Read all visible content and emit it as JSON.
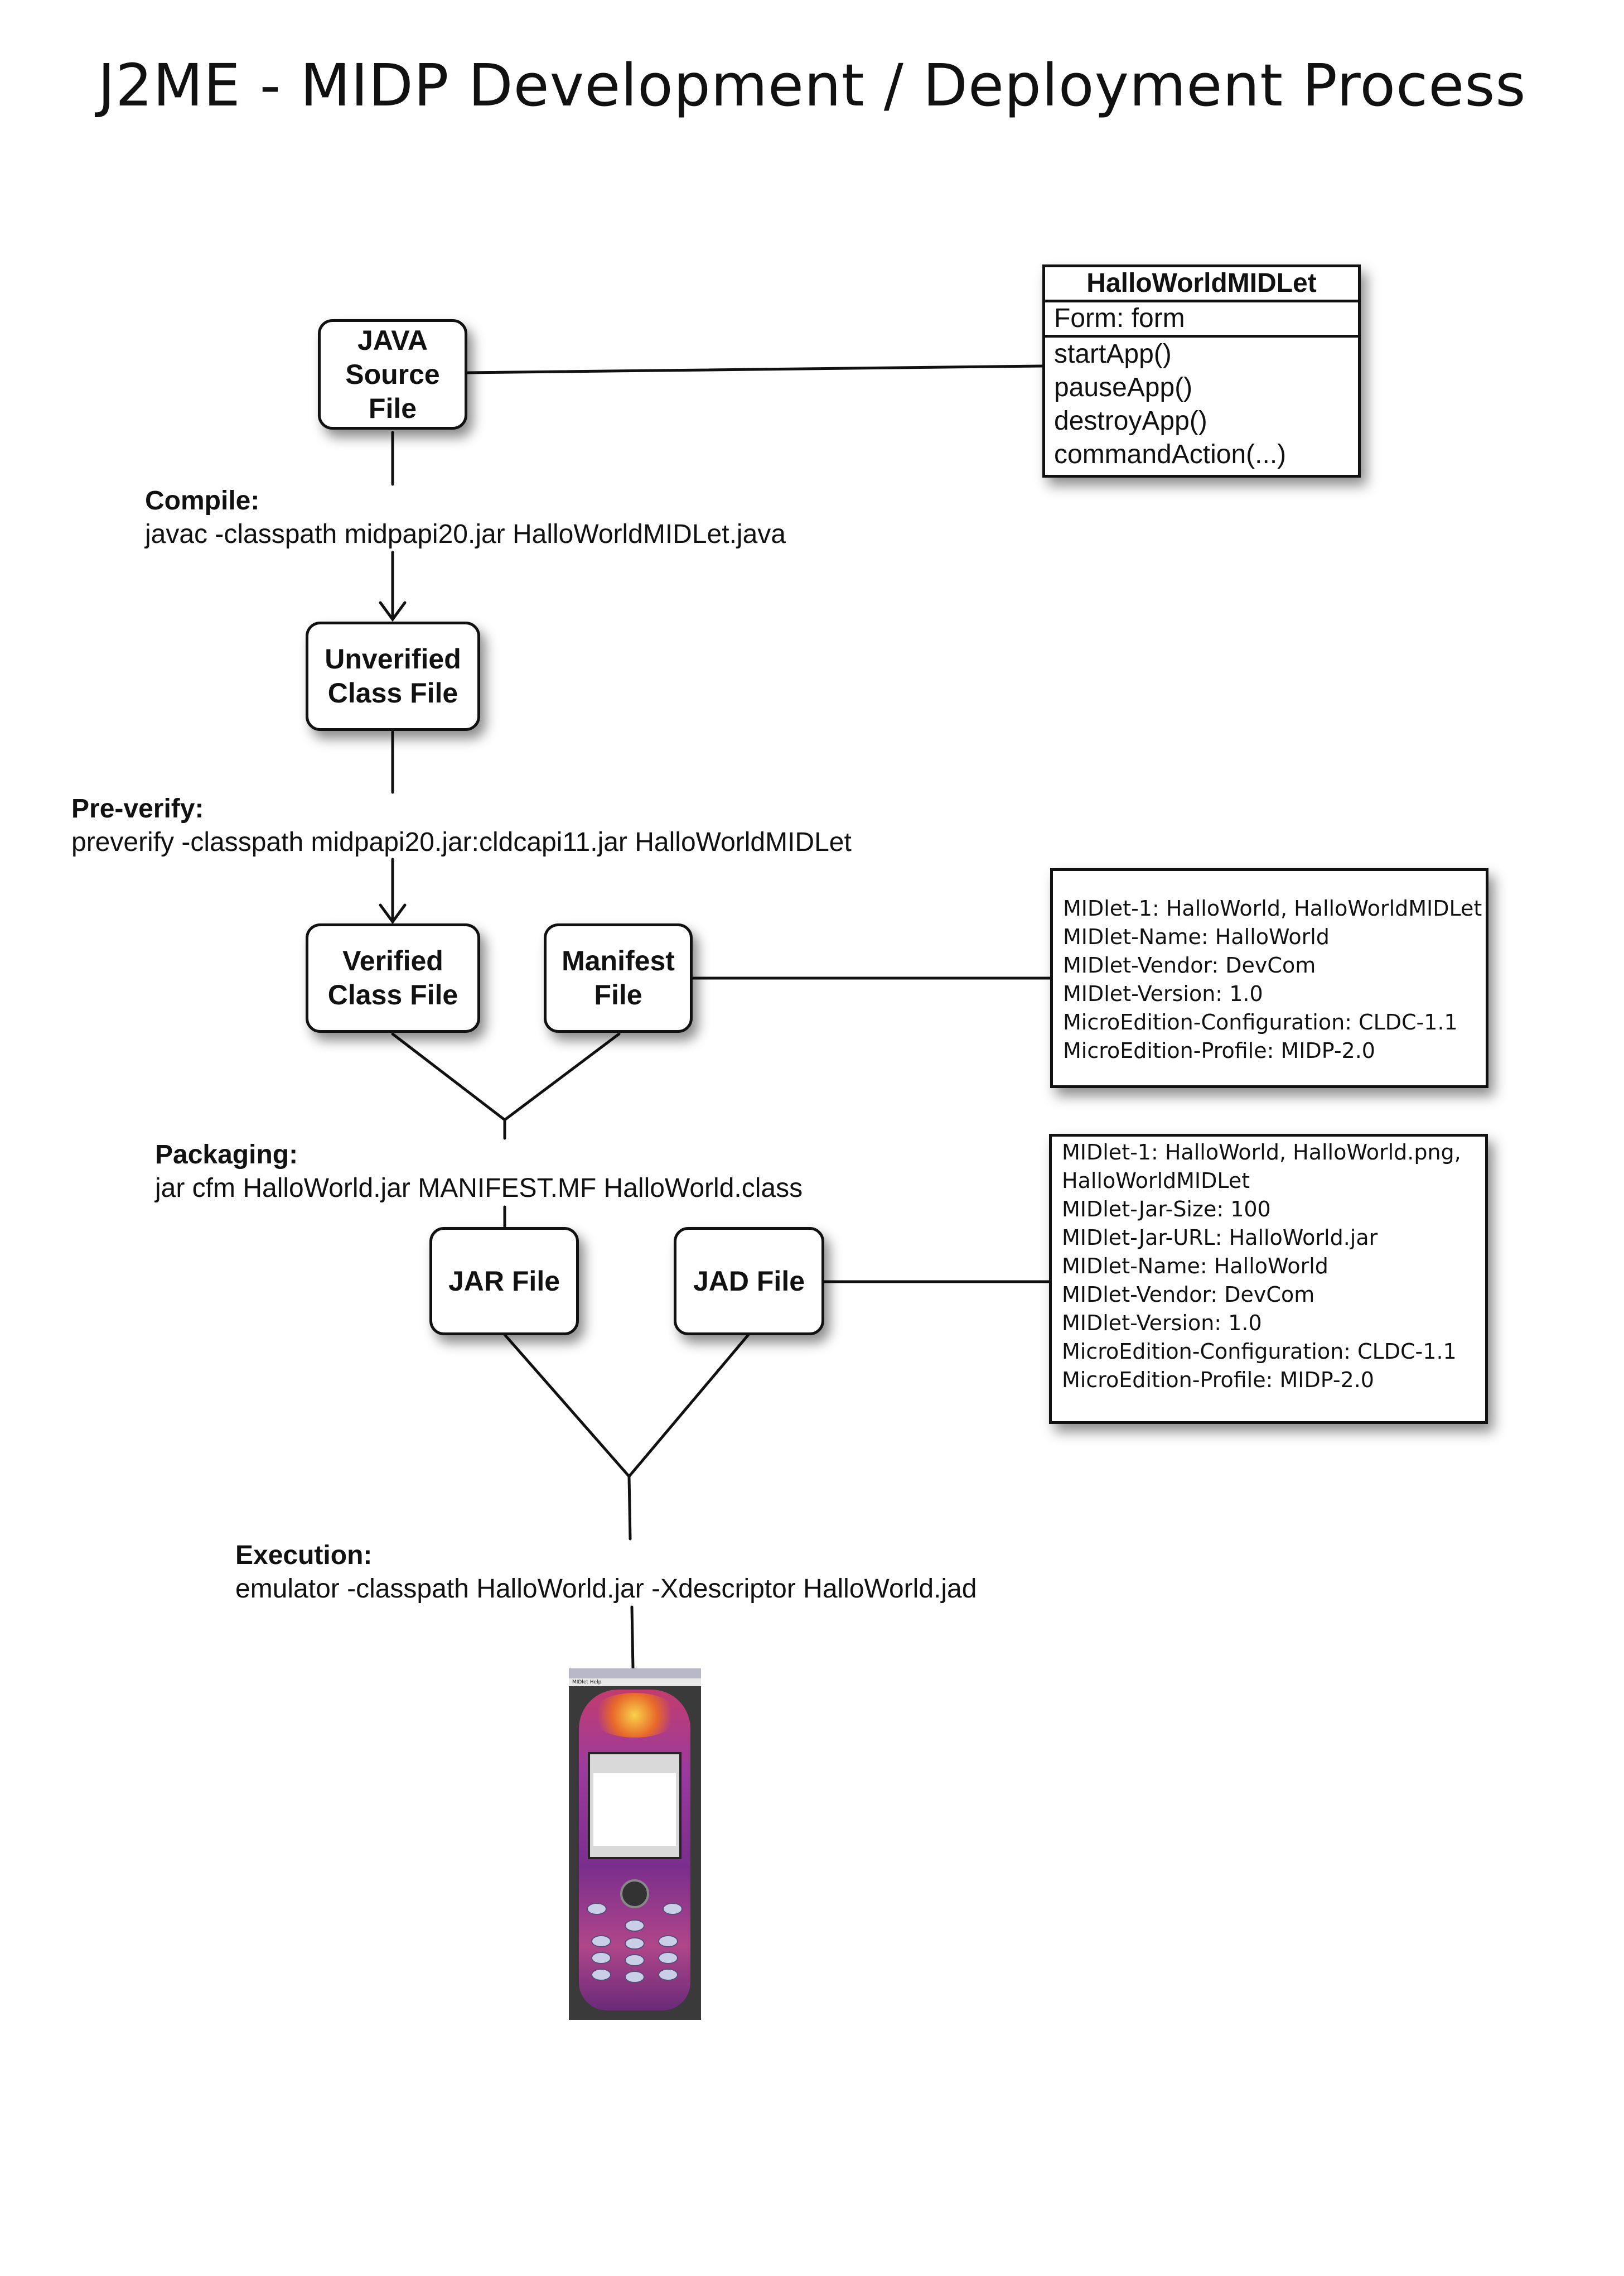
{
  "title": "J2ME - MIDP Development / Deployment Process",
  "nodes": {
    "java_source": [
      "JAVA",
      "Source",
      "File"
    ],
    "unverified": [
      "Unverified",
      "Class File"
    ],
    "verified": [
      "Verified",
      "Class File"
    ],
    "manifest": [
      "Manifest",
      "File"
    ],
    "jar": [
      "JAR File"
    ],
    "jad": [
      "JAD File"
    ]
  },
  "steps": {
    "compile": {
      "label": "Compile:",
      "command": "javac -classpath midpapi20.jar HalloWorldMIDLet.java"
    },
    "preverify": {
      "label": "Pre-verify:",
      "command": "preverify -classpath midpapi20.jar:cldcapi11.jar HalloWorldMIDLet"
    },
    "packaging": {
      "label": "Packaging:",
      "command": "jar cfm HalloWorld.jar MANIFEST.MF HalloWorld.class"
    },
    "execution": {
      "label": "Execution:",
      "command": "emulator -classpath HalloWorld.jar -Xdescriptor HalloWorld.jad"
    }
  },
  "uml_class": {
    "name": "HalloWorldMIDLet",
    "attribute": "Form: form",
    "operations": [
      "startApp()",
      "pauseApp()",
      "destroyApp()",
      "commandAction(...)"
    ]
  },
  "manifest_note": [
    "MIDlet-1: HalloWorld, HalloWorldMIDLet",
    "MIDlet-Name: HalloWorld",
    "MIDlet-Vendor: DevCom",
    "MIDlet-Version: 1.0",
    "MicroEdition-Configuration: CLDC-1.1",
    "MicroEdition-Profile: MIDP-2.0"
  ],
  "jad_note": [
    "MIDlet-1: HalloWorld, HalloWorld.png,",
    "HalloWorldMIDLet",
    "MIDlet-Jar-Size: 100",
    "MIDlet-Jar-URL: HalloWorld.jar",
    "MIDlet-Name: HalloWorld",
    "MIDlet-Vendor: DevCom",
    "MIDlet-Version: 1.0",
    "MicroEdition-Configuration: CLDC-1.1",
    "MicroEdition-Profile: MIDP-2.0"
  ],
  "emulator": {
    "menu": "MIDlet   Help"
  }
}
